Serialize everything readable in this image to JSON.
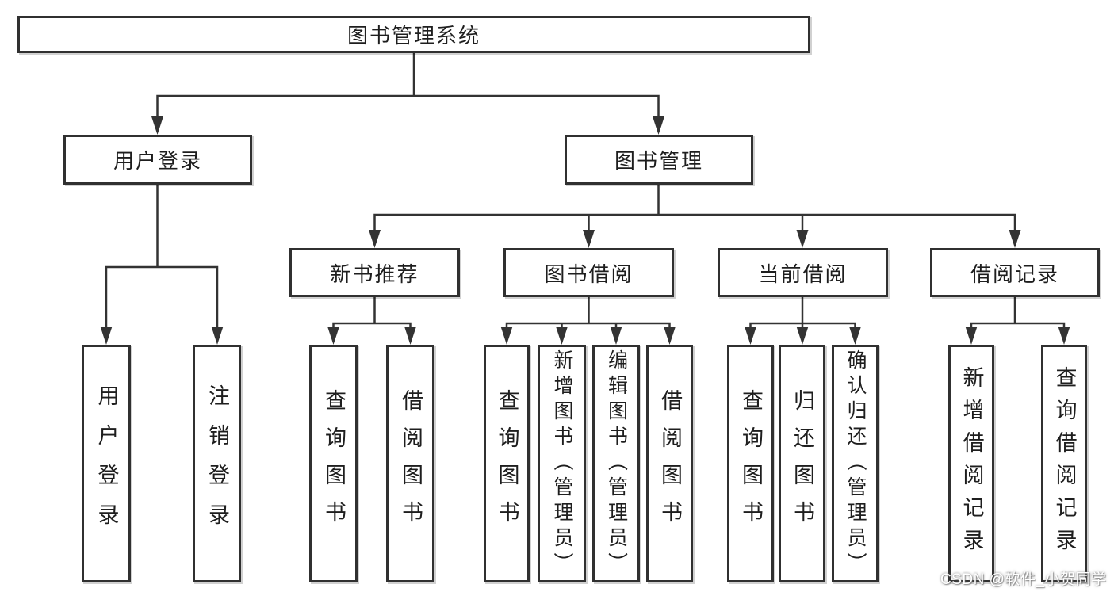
{
  "colors": {
    "background": "#ffffff",
    "box_border": "#303030",
    "connector_line": "#333333",
    "text": "#1e1e1e",
    "watermark_text": "#ffffff"
  },
  "diagram": {
    "title": "图书管理系统",
    "level2": {
      "user_login": "用户登录",
      "book_management": "图书管理"
    },
    "level3": {
      "new_book_recommend": "新书推荐",
      "book_borrow": "图书借阅",
      "current_borrow": "当前借阅",
      "borrow_records": "借阅记录"
    },
    "leaves": {
      "user_login": "用户登录",
      "logout": "注销登录",
      "recommend_query_books": "查询图书",
      "recommend_borrow_books": "借阅图书",
      "borrow_query_books": "查询图书",
      "borrow_add_books": "新增图书（管理员）",
      "borrow_edit_books": "编辑图书（管理员）",
      "borrow_borrow_books": "借阅图书",
      "current_query_books": "查询图书",
      "current_return_books": "归还图书",
      "current_confirm_return": "确认归还（管理员）",
      "records_add": "新增借阅记录",
      "records_query": "查询借阅记录"
    }
  },
  "watermark": "CSDN @软件_小贺同学"
}
